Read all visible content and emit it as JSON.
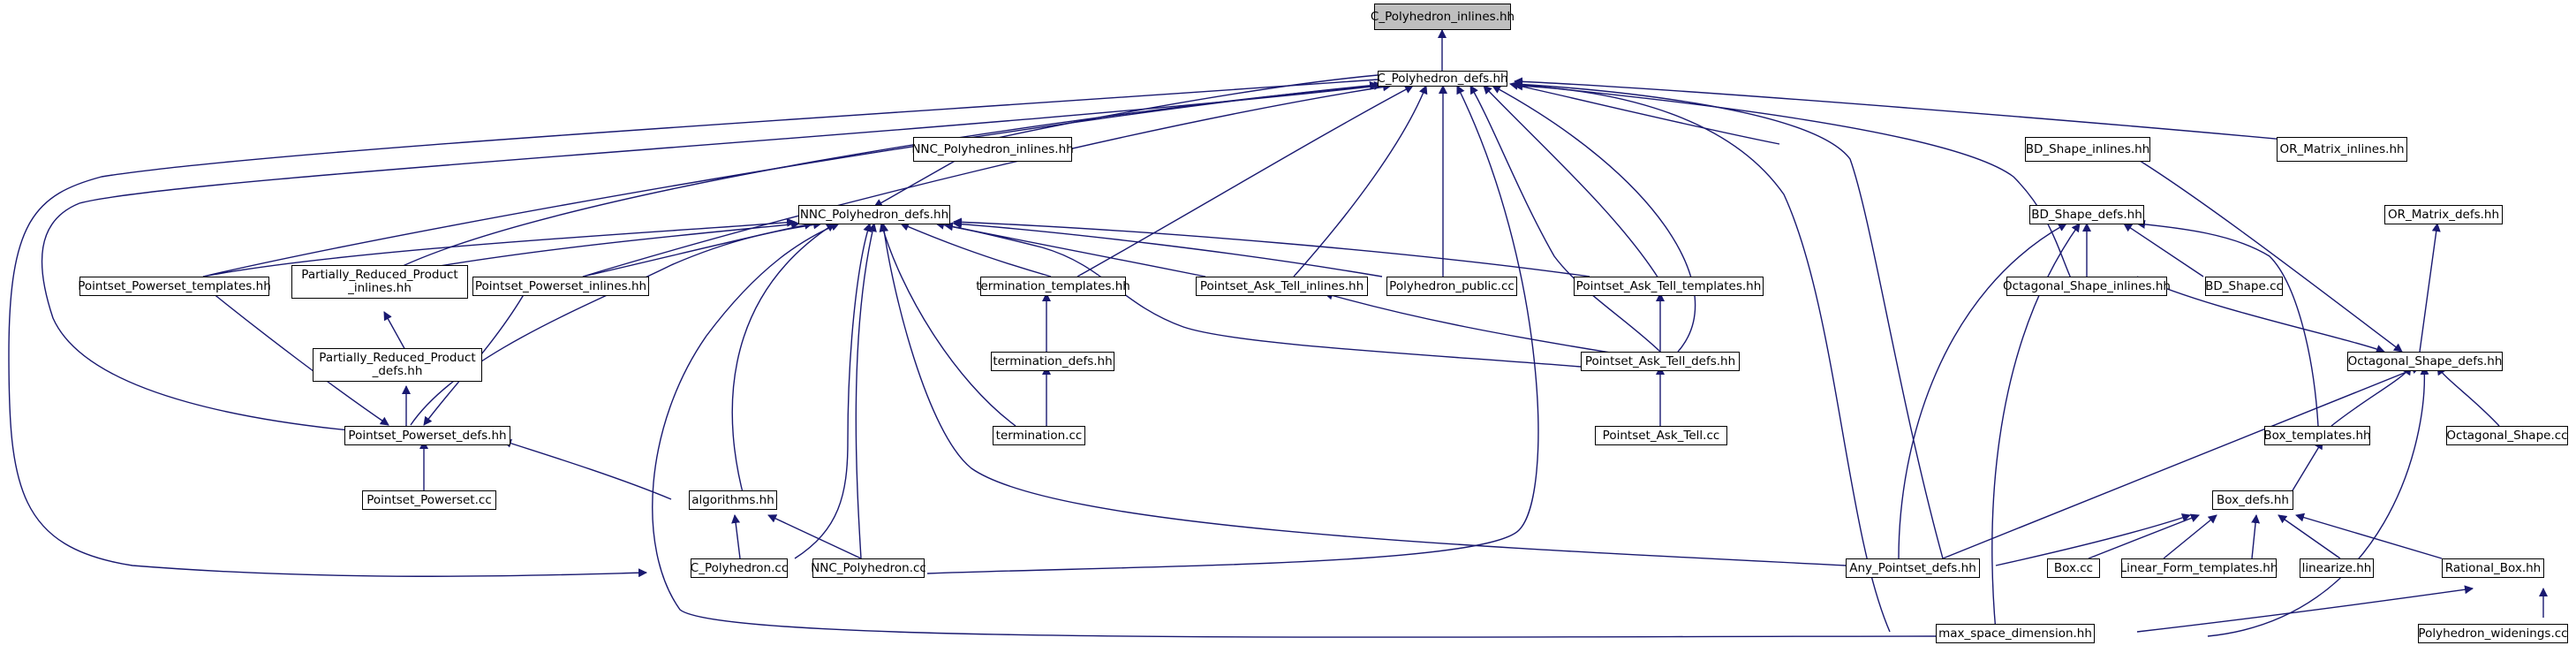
{
  "nodes": {
    "c_polyhedron_inlines": "C_Polyhedron_inlines.hh",
    "c_polyhedron_defs": "C_Polyhedron_defs.hh",
    "nnc_polyhedron_inlines": "NNC_Polyhedron_inlines.hh",
    "bd_shape_inlines": "BD_Shape_inlines.hh",
    "or_matrix_inlines": "OR_Matrix_inlines.hh",
    "nnc_polyhedron_defs": "NNC_Polyhedron_defs.hh",
    "bd_shape_defs": "BD_Shape_defs.hh",
    "or_matrix_defs": "OR_Matrix_defs.hh",
    "pointset_powerset_templates": "Pointset_Powerset_templates.hh",
    "partially_reduced_product_inlines": "Partially_Reduced_Product\n_inlines.hh",
    "pointset_powerset_inlines": "Pointset_Powerset_inlines.hh",
    "termination_templates": "termination_templates.hh",
    "pointset_ask_tell_inlines": "Pointset_Ask_Tell_inlines.hh",
    "polyhedron_public": "Polyhedron_public.cc",
    "pointset_ask_tell_templates": "Pointset_Ask_Tell_templates.hh",
    "octagonal_shape_inlines": "Octagonal_Shape_inlines.hh",
    "bd_shape_cc": "BD_Shape.cc",
    "partially_reduced_product_defs": "Partially_Reduced_Product\n_defs.hh",
    "termination_defs": "termination_defs.hh",
    "pointset_ask_tell_defs": "Pointset_Ask_Tell_defs.hh",
    "octagonal_shape_defs": "Octagonal_Shape_defs.hh",
    "pointset_powerset_defs": "Pointset_Powerset_defs.hh",
    "termination_cc": "termination.cc",
    "pointset_ask_tell_cc": "Pointset_Ask_Tell.cc",
    "box_templates": "Box_templates.hh",
    "octagonal_shape_cc": "Octagonal_Shape.cc",
    "pointset_powerset_cc": "Pointset_Powerset.cc",
    "algorithms": "algorithms.hh",
    "box_defs": "Box_defs.hh",
    "c_polyhedron_cc": "C_Polyhedron.cc",
    "nnc_polyhedron_cc": "NNC_Polyhedron.cc",
    "any_pointset_defs": "Any_Pointset_defs.hh",
    "box_cc": "Box.cc",
    "linear_form_templates": "Linear_Form_templates.hh",
    "linearize": "linearize.hh",
    "rational_box": "Rational_Box.hh",
    "max_space_dimension": "max_space_dimension.hh",
    "polyhedron_widenings": "Polyhedron_widenings.cc"
  },
  "colors": {
    "edge": "#191970",
    "border": "#000000",
    "root_fill": "#bfbfbf",
    "node_fill": "#ffffff"
  }
}
